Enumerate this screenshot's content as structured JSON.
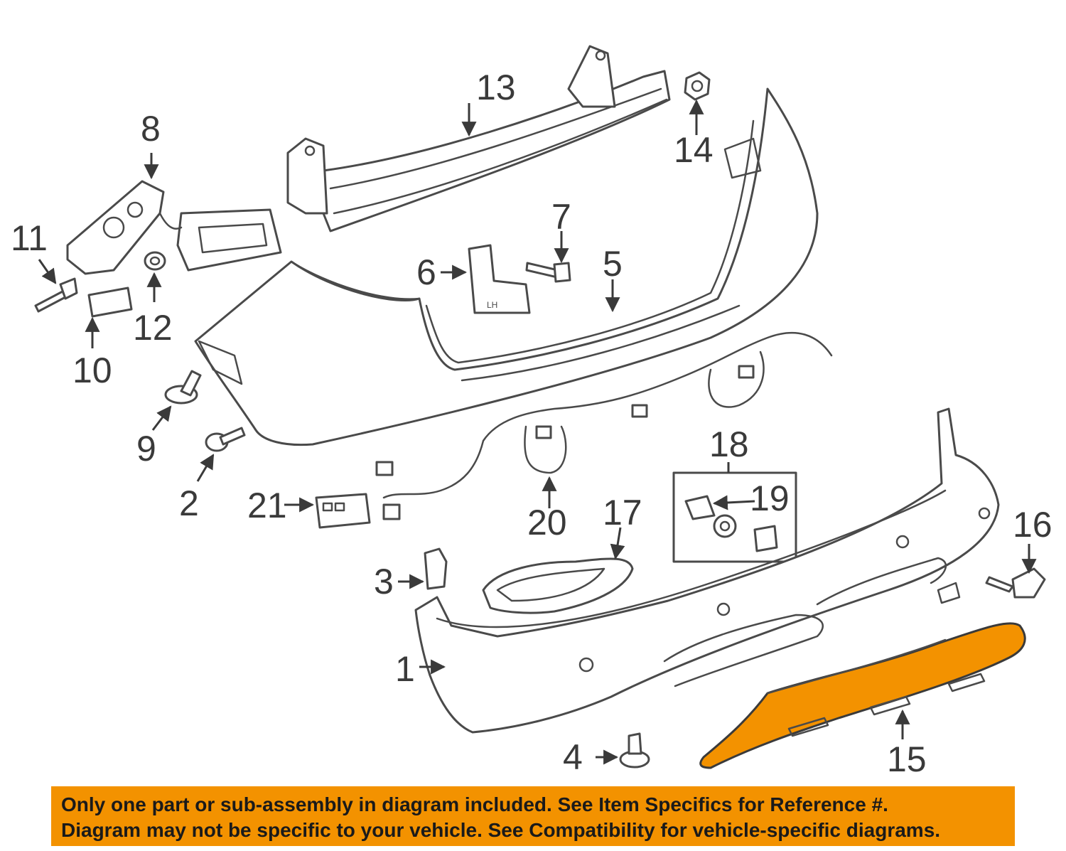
{
  "callouts": {
    "c1": "1",
    "c2": "2",
    "c3": "3",
    "c4": "4",
    "c5": "5",
    "c6": "6",
    "c7": "7",
    "c8": "8",
    "c9": "9",
    "c10": "10",
    "c11": "11",
    "c12": "12",
    "c13": "13",
    "c14": "14",
    "c15": "15",
    "c16": "16",
    "c17": "17",
    "c18": "18",
    "c19": "19",
    "c20": "20",
    "c21": "21"
  },
  "bracket_marking": "LH",
  "highlight_color": "#f39200",
  "line_color": "#4a4a4a",
  "highlighted_part": "15",
  "disclaimer": {
    "line1": "Only one part or sub-assembly in diagram included. See Item Specifics for Reference #.",
    "line2": "Diagram may not be specific to your vehicle. See Compatibility for vehicle-specific diagrams."
  }
}
